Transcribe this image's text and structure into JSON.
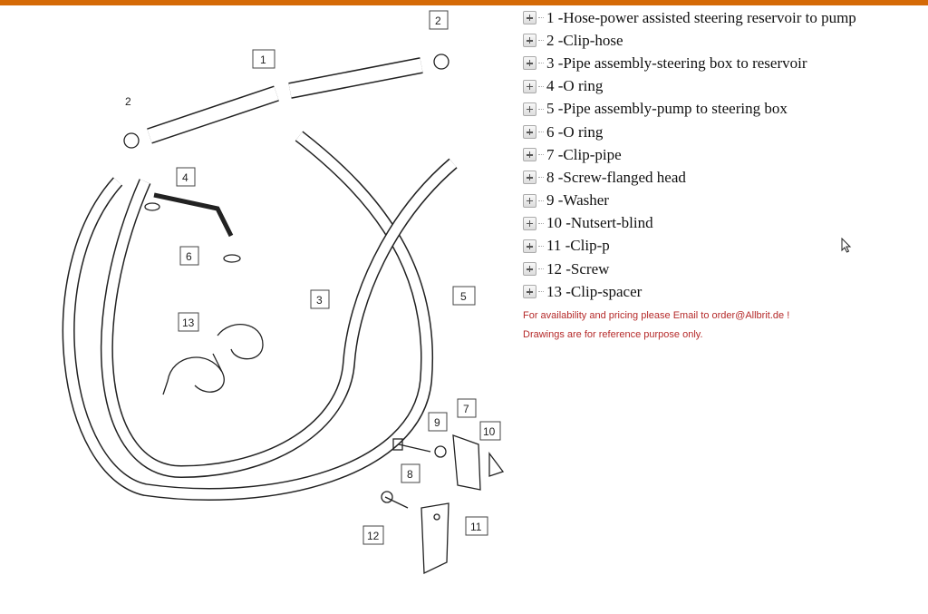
{
  "accent_color": "#d56a06",
  "parts": [
    {
      "label": "1 -Hose-power assisted steering reservoir to pump"
    },
    {
      "label": "2 -Clip-hose"
    },
    {
      "label": "3 -Pipe assembly-steering box to reservoir"
    },
    {
      "label": "4 -O ring"
    },
    {
      "label": "5 -Pipe assembly-pump to steering box"
    },
    {
      "label": "6 -O ring"
    },
    {
      "label": "7 -Clip-pipe"
    },
    {
      "label": "8 -Screw-flanged head"
    },
    {
      "label": "9 -Washer"
    },
    {
      "label": "10 -Nutsert-blind"
    },
    {
      "label": "11 -Clip-p"
    },
    {
      "label": "12 -Screw"
    },
    {
      "label": "13 -Clip-spacer"
    }
  ],
  "notes": {
    "availability": "For availability and pricing please Email to order@Allbrit.de !",
    "disclaimer": "Drawings are for reference purpose only."
  },
  "diagram": {
    "callouts": [
      "1",
      "2",
      "2",
      "4",
      "6",
      "13",
      "3",
      "3",
      "5",
      "9",
      "7",
      "10",
      "8",
      "12",
      "11"
    ]
  }
}
